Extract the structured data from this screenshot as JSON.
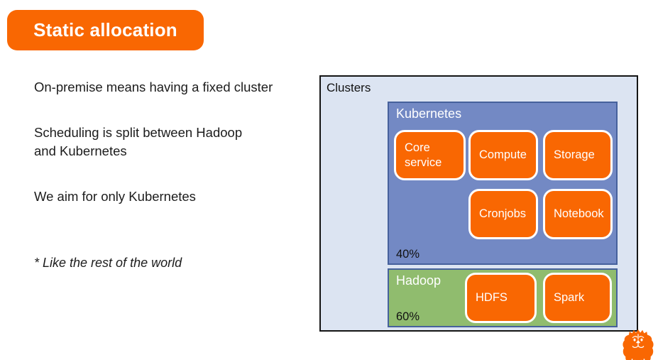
{
  "slide": {
    "title": "Static allocation",
    "bullets": [
      "On-premise means having a fixed cluster",
      "Scheduling is split between Hadoop\nand Kubernetes",
      "We aim for only Kubernetes"
    ],
    "footnote": "* Like the rest of the world"
  },
  "diagram": {
    "title": "Clusters",
    "clusters": [
      {
        "name": "Kubernetes",
        "share": "40%",
        "fill": "#7389C4",
        "services": [
          "Core service",
          "Compute",
          "Storage",
          "Cronjobs",
          "Notebook"
        ]
      },
      {
        "name": "Hadoop",
        "share": "60%",
        "fill": "#90BC6E",
        "services": [
          "HDFS",
          "Spark"
        ]
      }
    ]
  },
  "colors": {
    "accent_orange": "#F96702",
    "kubernetes_blue": "#7389C4",
    "hadoop_green": "#90BC6E",
    "panel_light_blue": "#DCE4F2",
    "cluster_border_blue": "#46619C",
    "panel_border": "#141414"
  },
  "logo": {
    "name": "ing-lion",
    "color": "#F96702"
  }
}
